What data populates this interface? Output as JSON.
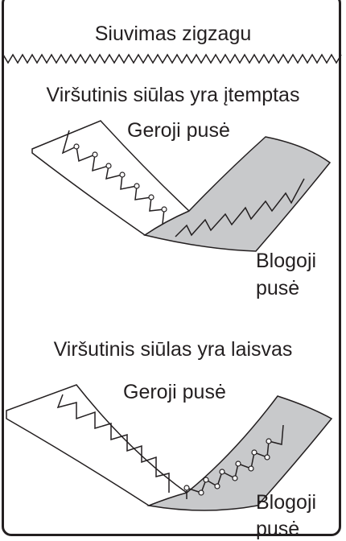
{
  "title": "Siuvimas zigzagu",
  "sections": [
    {
      "heading": "Viršutinis siūlas yra įtemptas",
      "right_side": "Geroji pusė",
      "wrong_side_line1": "Blogoji",
      "wrong_side_line2": "pusė"
    },
    {
      "heading": "Viršutinis siūlas yra laisvas",
      "right_side": "Geroji pusė",
      "wrong_side_line1": "Blogoji",
      "wrong_side_line2": "pusė"
    }
  ],
  "colors": {
    "ink": "#231f20",
    "fabric_wrong_side": "#c8c9cb",
    "fabric_right_side": "#ffffff"
  }
}
